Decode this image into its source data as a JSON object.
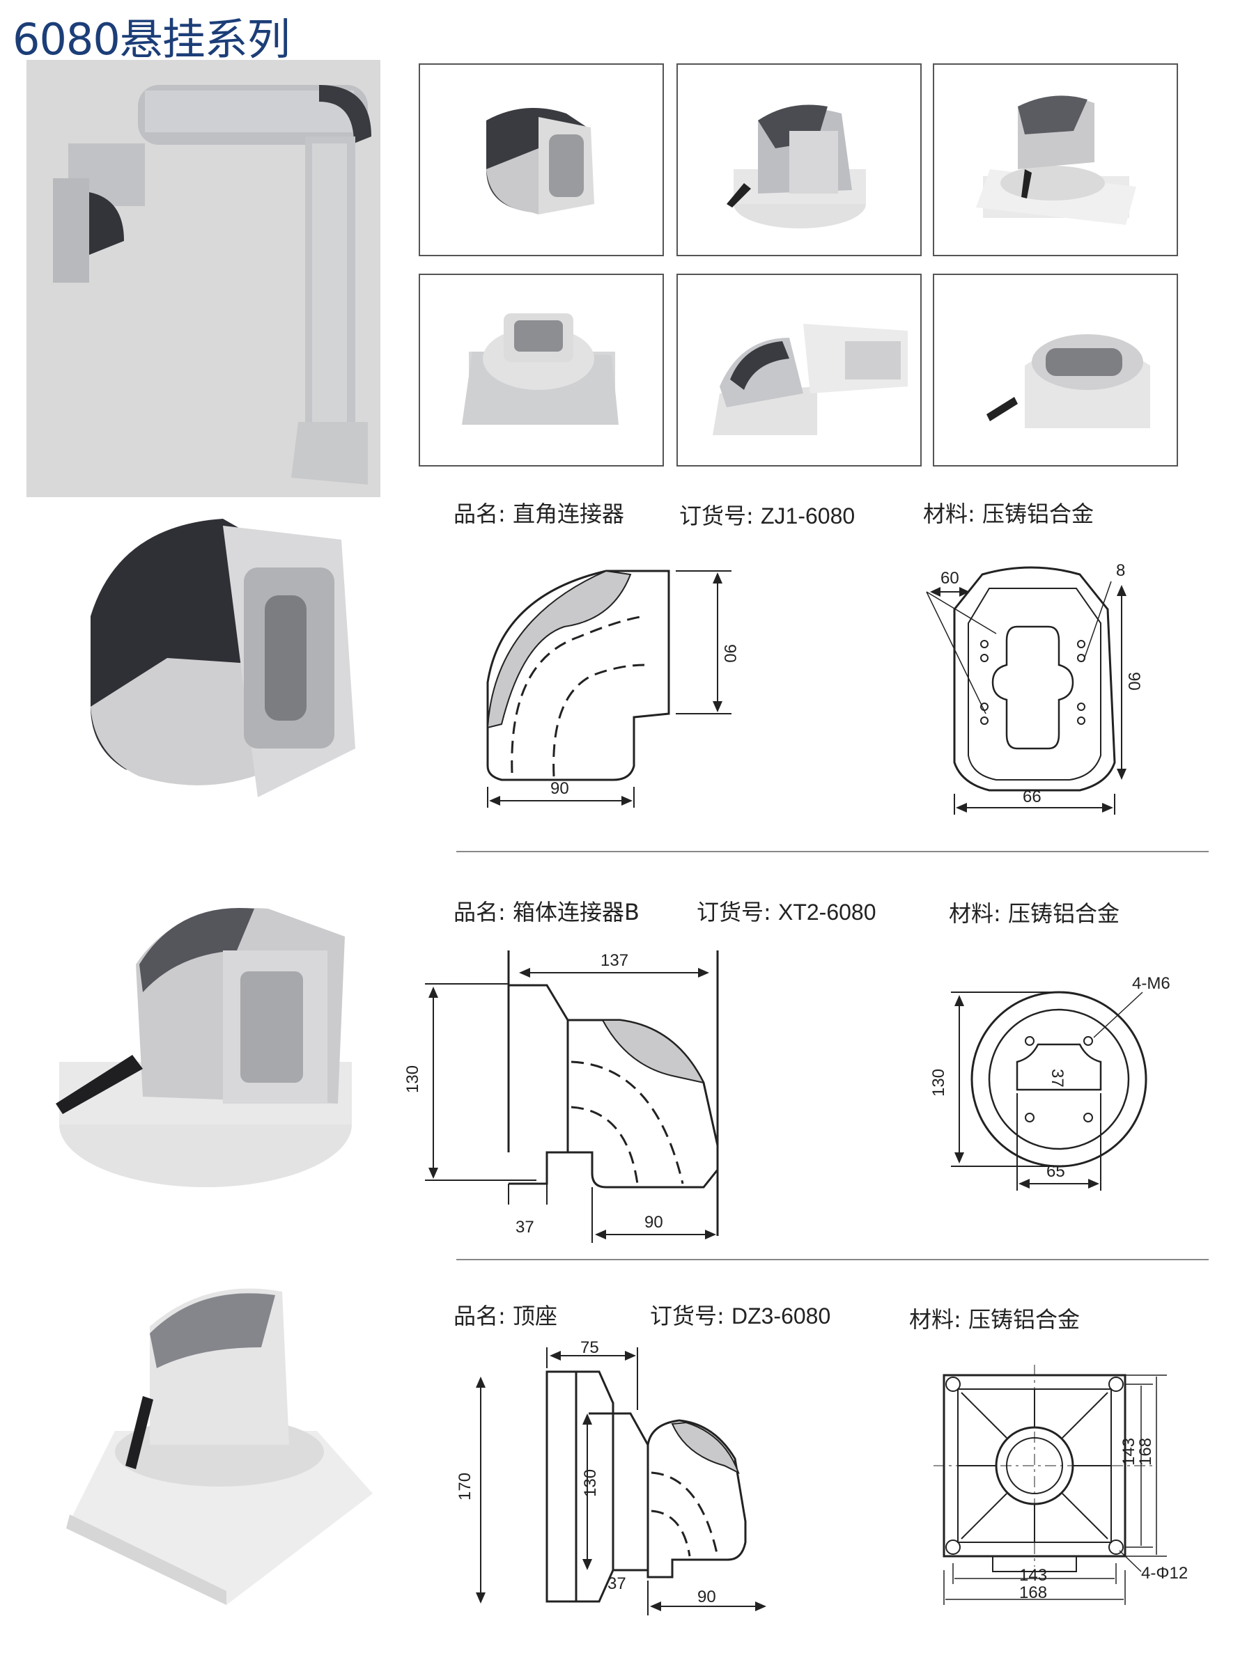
{
  "page_title": "6080悬挂系列",
  "products": [
    {
      "name_label": "品名:",
      "name": "直角连接器",
      "order_label": "订货号:",
      "order_no": "ZJ1-6080",
      "material_label": "材料:",
      "material": "压铸铝合金",
      "dims_side": [
        "90",
        "90"
      ],
      "dims_front": [
        "60",
        "8",
        "90",
        "66"
      ]
    },
    {
      "name_label": "品名:",
      "name": "箱体连接器B",
      "order_label": "订货号:",
      "order_no": "XT2-6080",
      "material_label": "材料:",
      "material": "压铸铝合金",
      "dims_side": [
        "137",
        "130",
        "37",
        "90"
      ],
      "dims_front": [
        "4-M6",
        "37",
        "130",
        "65"
      ]
    },
    {
      "name_label": "品名:",
      "name": "顶座",
      "order_label": "订货号:",
      "order_no": "DZ3-6080",
      "material_label": "材料:",
      "material": "压铸铝合金",
      "dims_side": [
        "75",
        "170",
        "130",
        "37",
        "90"
      ],
      "dims_front": [
        "143",
        "168",
        "143",
        "168",
        "4-Φ12"
      ]
    }
  ]
}
